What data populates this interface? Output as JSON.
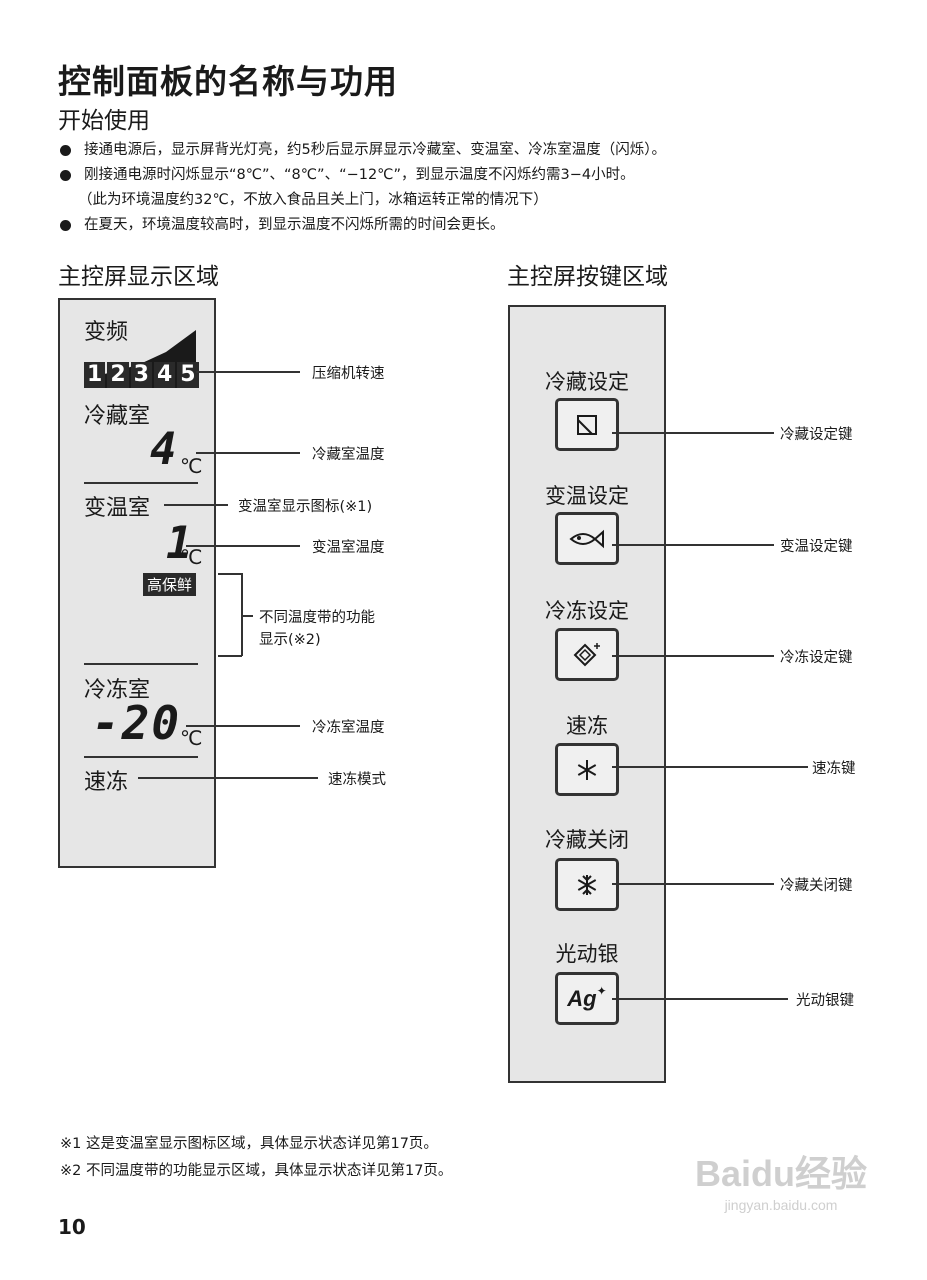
{
  "title": "控制面板的名称与功用",
  "subtitle": "开始使用",
  "bullets": [
    "接通电源后，显示屏背光灯亮，约5秒后显示屏显示冷藏室、变温室、冷冻室温度（闪烁）。",
    "刚接通电源时闪烁显示“8℃”、“8℃”、“−12℃”，到显示温度不闪烁约需3−4小时。",
    "（此为环境温度约32℃，不放入食品且关上门，冰箱运转正常的情况下）",
    "在夏天，环境温度较高时，到显示温度不闪烁所需的时间会更长。"
  ],
  "display_section": {
    "heading": "主控屏显示区域",
    "inverter_label": "变频",
    "speed_digits": [
      "1",
      "2",
      "3",
      "4",
      "5"
    ],
    "fridge_label": "冷藏室",
    "fridge_temp": "4",
    "variable_label": "变温室",
    "variable_temp": "1",
    "badge": "高保鲜",
    "freezer_label": "冷冻室",
    "freezer_temp": "-20",
    "unit": "℃",
    "quickfreeze_label": "速冻",
    "callouts": {
      "compressor": "压缩机转速",
      "fridge_temp": "冷藏室温度",
      "variable_icon": "变温室显示图标(※1)",
      "variable_temp": "变温室温度",
      "zone_func_1": "不同温度带的功能",
      "zone_func_2": "显示(※2)",
      "freezer_temp": "冷冻室温度",
      "quickfreeze_mode": "速冻模式"
    }
  },
  "keys_section": {
    "heading": "主控屏按键区域",
    "keys": [
      {
        "name": "冷藏设定",
        "callout": "冷藏设定键",
        "icon": "fridge-set-icon"
      },
      {
        "name": "变温设定",
        "callout": "变温设定键",
        "icon": "fish-icon"
      },
      {
        "name": "冷冻设定",
        "callout": "冷冻设定键",
        "icon": "ice-cube-icon"
      },
      {
        "name": "速冻",
        "callout": "速冻键",
        "icon": "snowflake-icon"
      },
      {
        "name": "冷藏关闭",
        "callout": "冷藏关闭键",
        "icon": "snowflake-off-icon"
      },
      {
        "name": "光动银",
        "callout": "光动银键",
        "icon": "ag-icon"
      }
    ],
    "ag_text": "Ag"
  },
  "footnotes": [
    "※1 这是变温室显示图标区域，具体显示状态详见第17页。",
    "※2 不同温度带的功能显示区域，具体显示状态详见第17页。"
  ],
  "page_number": "10",
  "watermark": {
    "line1": "Baidu经验",
    "line2": "jingyan.baidu.com"
  }
}
